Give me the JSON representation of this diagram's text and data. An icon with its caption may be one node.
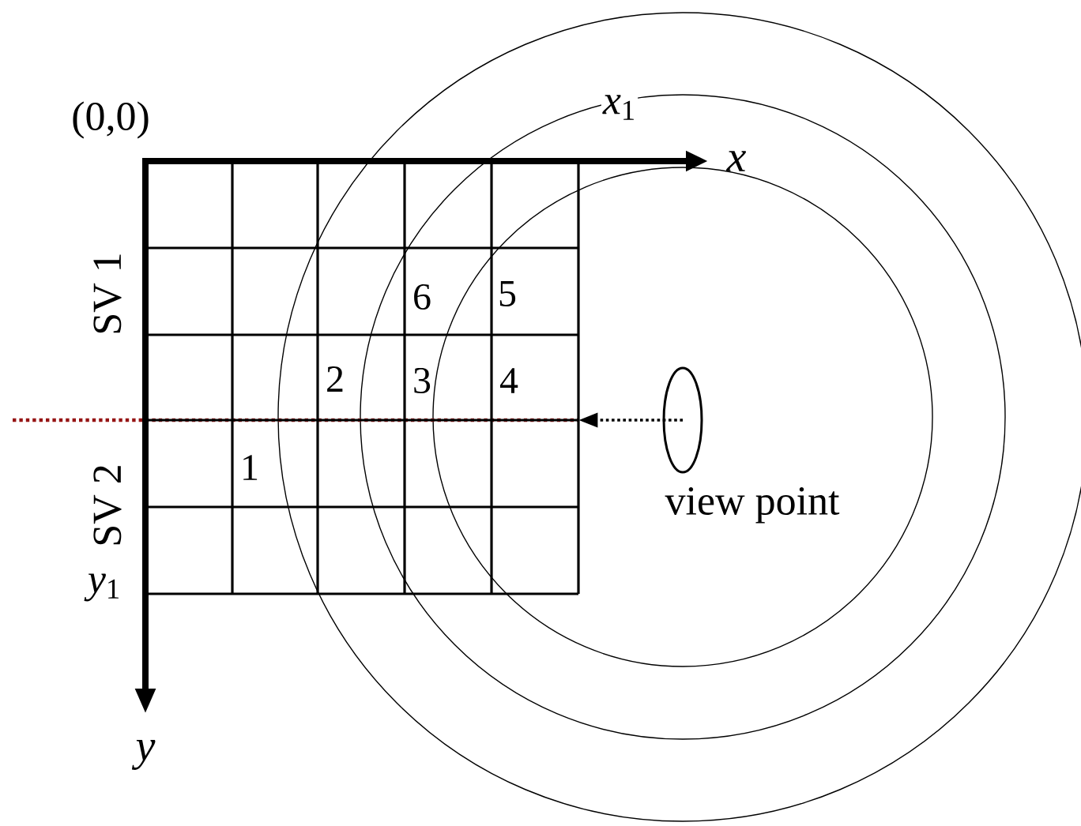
{
  "diagram": {
    "nodes": [
      {
        "text": [],
        "shape": "box"
      },
      {
        "text": [],
        "shape": "ellipse",
        "beside": [
          "view point"
        ]
      }
    ],
    "edges": [
      {
        "from": 1,
        "to": 0,
        "arrow": "to",
        "style": "dashed"
      }
    ],
    "labels": [
      "(0,0)",
      "*x*$_{1}$",
      "x",
      "SV 1",
      "SV 2",
      "*y*$_{1}$",
      "y",
      "6",
      "5",
      "2",
      "3",
      "4",
      "1"
    ]
  }
}
